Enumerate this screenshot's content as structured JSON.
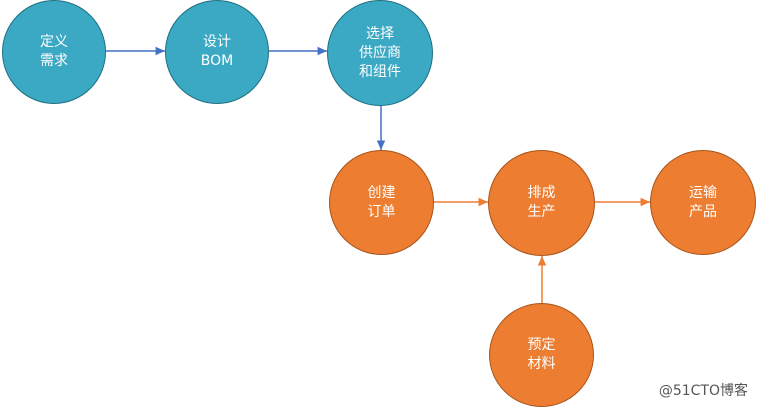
{
  "nodes": {
    "define": {
      "label": "定义\n需求"
    },
    "design": {
      "label": "设计\nBOM"
    },
    "select": {
      "label": "选择\n供应商\n和组件"
    },
    "order": {
      "label": "创建\n订单"
    },
    "schedule": {
      "label": "排成\n生产"
    },
    "ship": {
      "label": "运输\n产品"
    },
    "reserve": {
      "label": "预定\n材料"
    }
  },
  "watermark": "@51CTO博客",
  "colors": {
    "teal": "#3ba9c4",
    "teal_border": "#1f6f82",
    "blue_arrow": "#4472c4",
    "orange": "#ec7d31",
    "orange_border": "#a9541a",
    "orange_arrow": "#ed7d31"
  }
}
